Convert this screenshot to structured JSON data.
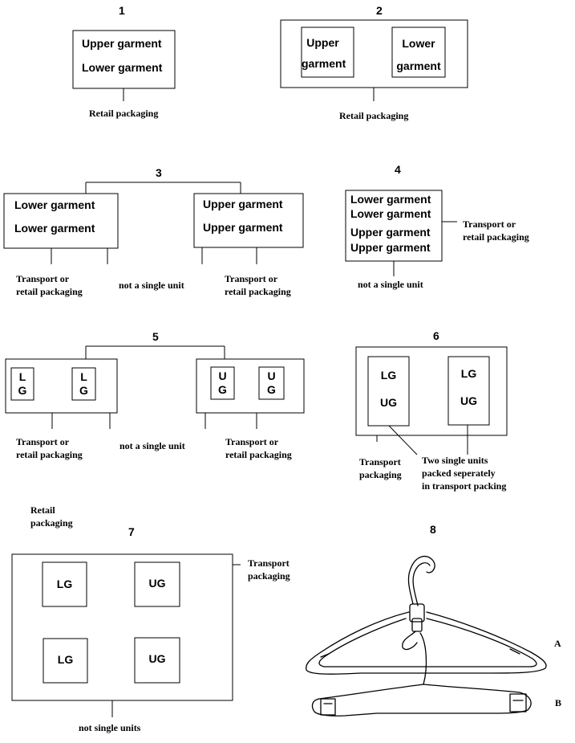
{
  "numbers": [
    "1",
    "2",
    "3",
    "4",
    "5",
    "6",
    "7",
    "8"
  ],
  "d1": {
    "upper": "Upper garment",
    "lower": "Lower garment",
    "caption": "Retail packaging"
  },
  "d2": {
    "upper": "Upper\ngarment",
    "lower": "Lower\ngarment",
    "caption": "Retail packaging"
  },
  "d3": {
    "left_line1": "Lower garment",
    "left_line2": "Lower garment",
    "right_line1": "Upper garment",
    "right_line2": "Upper garment",
    "cap_left": "Transport or\nretail packaging",
    "cap_mid": "not a single unit",
    "cap_right": "Transport or\nretail packaging"
  },
  "d4": {
    "lines": [
      "Lower garment",
      "Lower garment",
      "Upper garment",
      "Upper garment"
    ],
    "cap_right": "Transport or\nretail packaging",
    "cap_bottom": "not a single unit"
  },
  "d5": {
    "lg": "L\nG",
    "ug": "U\nG",
    "cap_left": "Transport or\nretail packaging",
    "cap_mid": "not a single unit",
    "cap_right": "Transport or\nretail packaging"
  },
  "d6": {
    "left": "LG\n\nUG",
    "right": "LG\n\nUG",
    "cap_left": "Transport\npackaging",
    "cap_right": "Two single units\npacked seperately\nin transport packing"
  },
  "d7": {
    "retail": "Retail\npackaging",
    "transport": "Transport\npackaging",
    "lg": "LG",
    "ug": "UG",
    "cap_bottom": "not single units"
  },
  "d8": {
    "label_a": "A",
    "label_b": "B"
  }
}
